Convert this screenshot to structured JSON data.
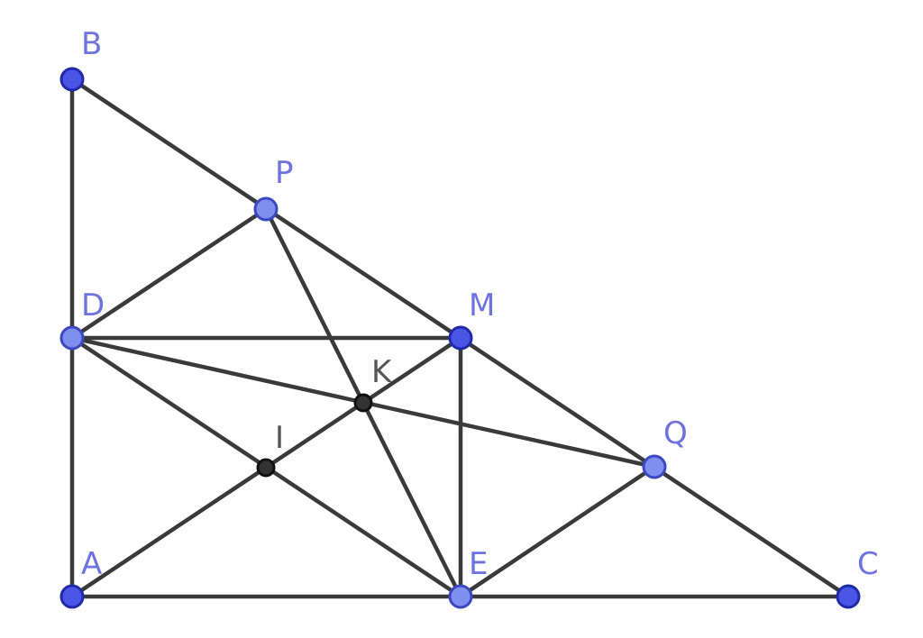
{
  "figure": {
    "type": "geometry-construction",
    "colors": {
      "free_point_fill": "#4a55e6",
      "free_point_stroke": "#1f2aa8",
      "derived_point_fill": "#7f8ff0",
      "derived_point_stroke": "#3b48c0",
      "intersection_point_fill": "#333333",
      "intersection_point_stroke": "#111111",
      "free_label": "#6f73dd",
      "intersection_label": "#555555",
      "segment": "#3a3a3a"
    },
    "points": [
      {
        "id": "B",
        "label": "B",
        "kind": "free"
      },
      {
        "id": "P",
        "label": "P",
        "kind": "derived"
      },
      {
        "id": "D",
        "label": "D",
        "kind": "derived"
      },
      {
        "id": "M",
        "label": "M",
        "kind": "free"
      },
      {
        "id": "K",
        "label": "K",
        "kind": "intersection"
      },
      {
        "id": "I",
        "label": "I",
        "kind": "intersection"
      },
      {
        "id": "Q",
        "label": "Q",
        "kind": "derived"
      },
      {
        "id": "A",
        "label": "A",
        "kind": "free"
      },
      {
        "id": "E",
        "label": "E",
        "kind": "derived"
      },
      {
        "id": "C",
        "label": "C",
        "kind": "free"
      }
    ],
    "segments": [
      [
        "A",
        "B"
      ],
      [
        "B",
        "C"
      ],
      [
        "A",
        "C"
      ],
      [
        "D",
        "P"
      ],
      [
        "D",
        "M"
      ],
      [
        "D",
        "E"
      ],
      [
        "D",
        "Q"
      ],
      [
        "A",
        "M"
      ],
      [
        "P",
        "E"
      ],
      [
        "M",
        "E"
      ],
      [
        "E",
        "Q"
      ]
    ]
  }
}
